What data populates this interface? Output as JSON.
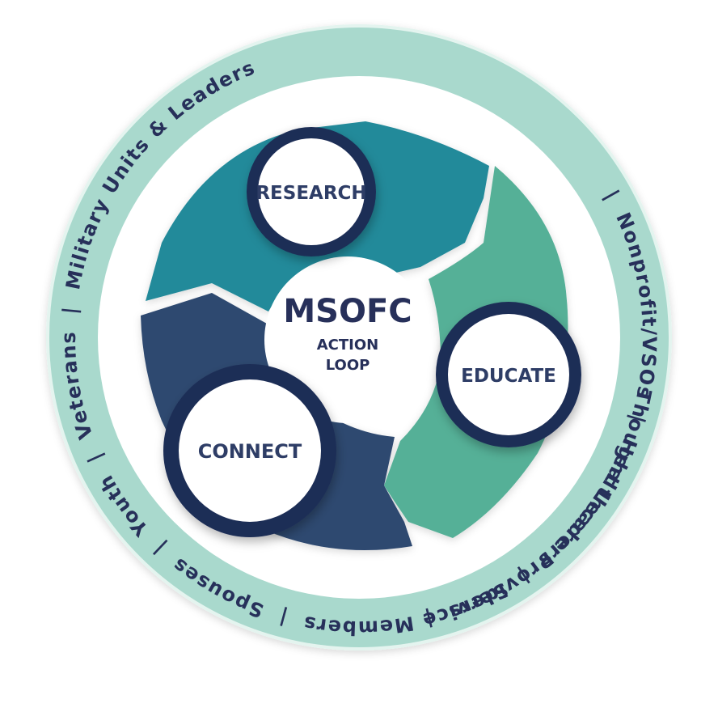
{
  "ring": {
    "labels": [
      "Service Members",
      "Spouses",
      "Youth",
      "Veterans",
      "Military Units & Leaders",
      "Nonprofit/VSOs",
      "Healthcare Providers",
      "Thought Leaders"
    ],
    "separator": "|"
  },
  "center": {
    "title": "MSOFC",
    "subtitle_line1": "ACTION",
    "subtitle_line2": "LOOP"
  },
  "nodes": {
    "research": "RESEARCH",
    "educate": "EDUCATE",
    "connect": "CONNECT"
  },
  "colors": {
    "ring_band": "#a9d9cd",
    "ring_outline": "#cde9e1",
    "research_segment": "#248a9a",
    "educate_segment": "#54b097",
    "connect_segment": "#2e4870",
    "node_border": "#1f2d57",
    "text_dark": "#27305a"
  },
  "icons": {
    "loop_arrows": "cycle-arrows"
  }
}
